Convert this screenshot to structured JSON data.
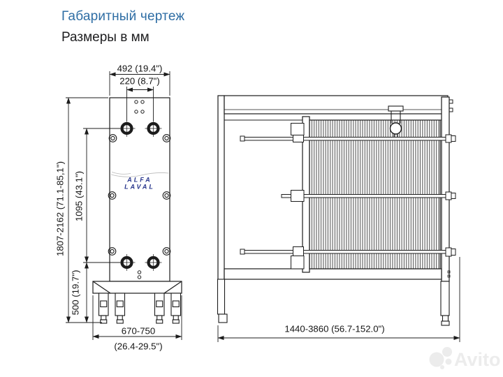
{
  "header": {
    "title": "Габаритный чертеж",
    "subtitle": "Размеры в мм"
  },
  "front_view": {
    "logo": {
      "line1": "ALFA",
      "line2": "LAVAL"
    },
    "dimensions": {
      "overall_width": "492 (19.4\")",
      "port_spacing_horizontal": "220 (8.7\")",
      "overall_height": "1807-2162 (71.1-85,1\")",
      "port_spacing_vertical": "1095 (43.1\")",
      "foundation_height": "500 (19.7\")",
      "base_width_mm": "670-750",
      "base_width_in": "(26.4-29.5\")"
    }
  },
  "side_view": {
    "dimensions": {
      "overall_length": "1440-3860 (56.7-152.0\")"
    }
  },
  "watermark": {
    "text": "Avito"
  },
  "colors": {
    "title_blue": "#2e6da4",
    "line": "#1c1c1c",
    "logo_blue": "#27358c",
    "watermark_gray": "#ececec"
  }
}
